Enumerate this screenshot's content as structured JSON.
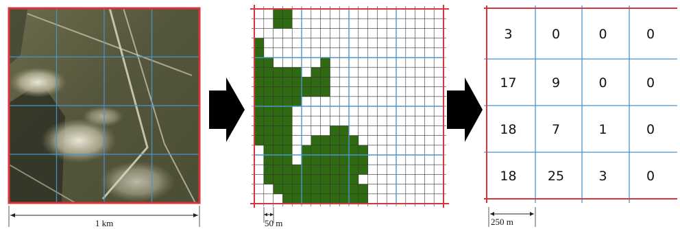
{
  "panels": {
    "photo": {
      "scale_label": "1 km"
    },
    "raster": {
      "scale_label": "50 m",
      "rows": 20,
      "cols": 20,
      "forest_color": "#2f6a12",
      "forest_cells": [
        [
          0,
          2
        ],
        [
          0,
          3
        ],
        [
          1,
          2
        ],
        [
          1,
          3
        ],
        [
          3,
          0
        ],
        [
          4,
          0
        ],
        [
          5,
          0
        ],
        [
          5,
          1
        ],
        [
          5,
          7
        ],
        [
          6,
          0
        ],
        [
          6,
          1
        ],
        [
          6,
          2
        ],
        [
          6,
          3
        ],
        [
          6,
          4
        ],
        [
          6,
          6
        ],
        [
          6,
          7
        ],
        [
          7,
          0
        ],
        [
          7,
          1
        ],
        [
          7,
          2
        ],
        [
          7,
          3
        ],
        [
          7,
          4
        ],
        [
          7,
          5
        ],
        [
          7,
          6
        ],
        [
          7,
          7
        ],
        [
          8,
          0
        ],
        [
          8,
          1
        ],
        [
          8,
          2
        ],
        [
          8,
          3
        ],
        [
          8,
          4
        ],
        [
          8,
          5
        ],
        [
          8,
          6
        ],
        [
          8,
          7
        ],
        [
          9,
          0
        ],
        [
          9,
          1
        ],
        [
          9,
          2
        ],
        [
          9,
          3
        ],
        [
          9,
          4
        ],
        [
          10,
          0
        ],
        [
          10,
          1
        ],
        [
          10,
          2
        ],
        [
          10,
          3
        ],
        [
          11,
          0
        ],
        [
          11,
          1
        ],
        [
          11,
          2
        ],
        [
          11,
          3
        ],
        [
          12,
          0
        ],
        [
          12,
          1
        ],
        [
          12,
          2
        ],
        [
          12,
          3
        ],
        [
          12,
          8
        ],
        [
          12,
          9
        ],
        [
          13,
          0
        ],
        [
          13,
          1
        ],
        [
          13,
          2
        ],
        [
          13,
          3
        ],
        [
          13,
          6
        ],
        [
          13,
          7
        ],
        [
          13,
          8
        ],
        [
          13,
          9
        ],
        [
          13,
          10
        ],
        [
          14,
          1
        ],
        [
          14,
          2
        ],
        [
          14,
          3
        ],
        [
          14,
          5
        ],
        [
          14,
          6
        ],
        [
          14,
          7
        ],
        [
          14,
          8
        ],
        [
          14,
          9
        ],
        [
          14,
          10
        ],
        [
          14,
          11
        ],
        [
          15,
          1
        ],
        [
          15,
          2
        ],
        [
          15,
          3
        ],
        [
          15,
          5
        ],
        [
          15,
          6
        ],
        [
          15,
          7
        ],
        [
          15,
          8
        ],
        [
          15,
          9
        ],
        [
          15,
          10
        ],
        [
          15,
          11
        ],
        [
          16,
          1
        ],
        [
          16,
          2
        ],
        [
          16,
          3
        ],
        [
          16,
          4
        ],
        [
          16,
          5
        ],
        [
          16,
          6
        ],
        [
          16,
          7
        ],
        [
          16,
          8
        ],
        [
          16,
          9
        ],
        [
          16,
          10
        ],
        [
          16,
          11
        ],
        [
          17,
          1
        ],
        [
          17,
          2
        ],
        [
          17,
          3
        ],
        [
          17,
          4
        ],
        [
          17,
          5
        ],
        [
          17,
          6
        ],
        [
          17,
          7
        ],
        [
          17,
          8
        ],
        [
          17,
          9
        ],
        [
          17,
          10
        ],
        [
          18,
          2
        ],
        [
          18,
          3
        ],
        [
          18,
          4
        ],
        [
          18,
          5
        ],
        [
          18,
          6
        ],
        [
          18,
          7
        ],
        [
          18,
          8
        ],
        [
          18,
          9
        ],
        [
          18,
          10
        ],
        [
          18,
          11
        ],
        [
          19,
          3
        ],
        [
          19,
          4
        ],
        [
          19,
          5
        ],
        [
          19,
          6
        ],
        [
          19,
          7
        ],
        [
          19,
          8
        ],
        [
          19,
          9
        ],
        [
          19,
          10
        ],
        [
          19,
          11
        ]
      ]
    },
    "counts": {
      "scale_label": "250 m",
      "values": [
        [
          "3",
          "0",
          "0",
          "0"
        ],
        [
          "17",
          "9",
          "0",
          "0"
        ],
        [
          "18",
          "7",
          "1",
          "0"
        ],
        [
          "18",
          "25",
          "3",
          "0"
        ]
      ]
    }
  },
  "colors": {
    "red_grid": "#d9343a",
    "blue_grid": "#4a93cf",
    "fine_grid": "#333333",
    "arrow": "#000000"
  }
}
